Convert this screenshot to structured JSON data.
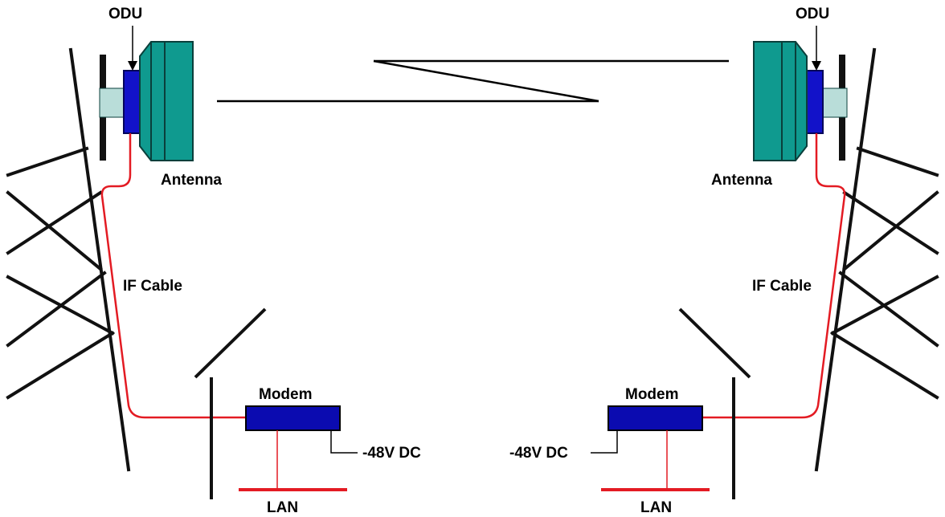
{
  "colors": {
    "tower": "#111111",
    "antenna_fill": "#0f9a8f",
    "antenna_stroke": "#0a3f3b",
    "mount_fill": "#b9ddd9",
    "odu_fill": "#1212c9",
    "odu_stroke": "#05055a",
    "modem_fill": "#0b0bb0",
    "if_cable": "#e31b23",
    "lan": "#e31b23",
    "power_line": "#000000",
    "link_line": "#000000"
  },
  "left_site": {
    "odu_label": "ODU",
    "antenna_label": "Antenna",
    "cable_label": "IF Cable",
    "modem_label": "Modem",
    "power_label": "-48V DC",
    "lan_label": "LAN"
  },
  "right_site": {
    "odu_label": "ODU",
    "antenna_label": "Antenna",
    "cable_label": "IF Cable",
    "modem_label": "Modem",
    "power_label": "-48V DC",
    "lan_label": "LAN"
  },
  "icons": {
    "link": "radio-link-zigzag",
    "tower": "lattice-tower",
    "building": "building-roof"
  }
}
